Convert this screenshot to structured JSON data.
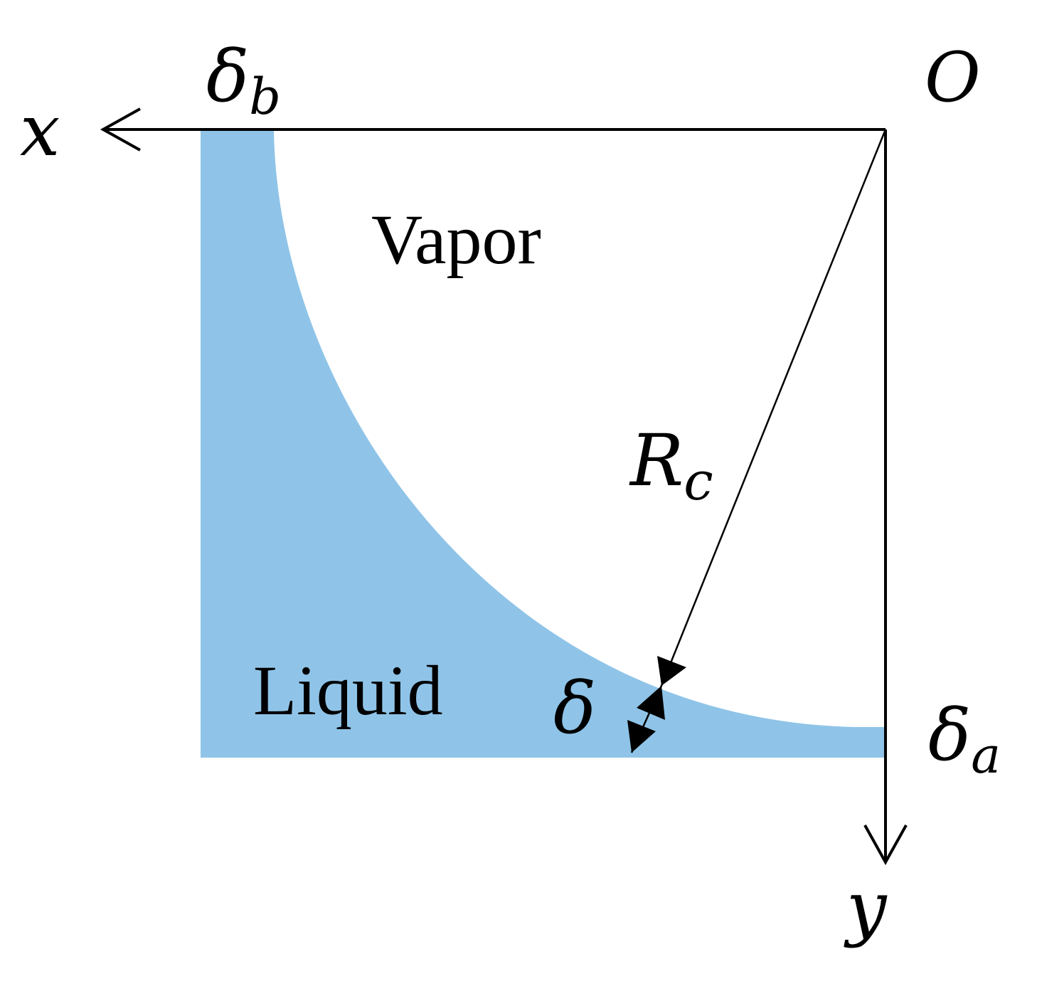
{
  "labels": {
    "origin": "O",
    "x_axis": "x",
    "y_axis": "y",
    "vapor": "Vapor",
    "liquid": "Liquid",
    "delta_b_main": "δ",
    "delta_b_sub": "b",
    "delta_a_main": "δ",
    "delta_a_sub": "a",
    "delta": "δ",
    "radius_main": "R",
    "radius_sub": "c"
  },
  "colors": {
    "liquid": "#8fc4e8",
    "ink": "#000000",
    "background": "#ffffff"
  }
}
